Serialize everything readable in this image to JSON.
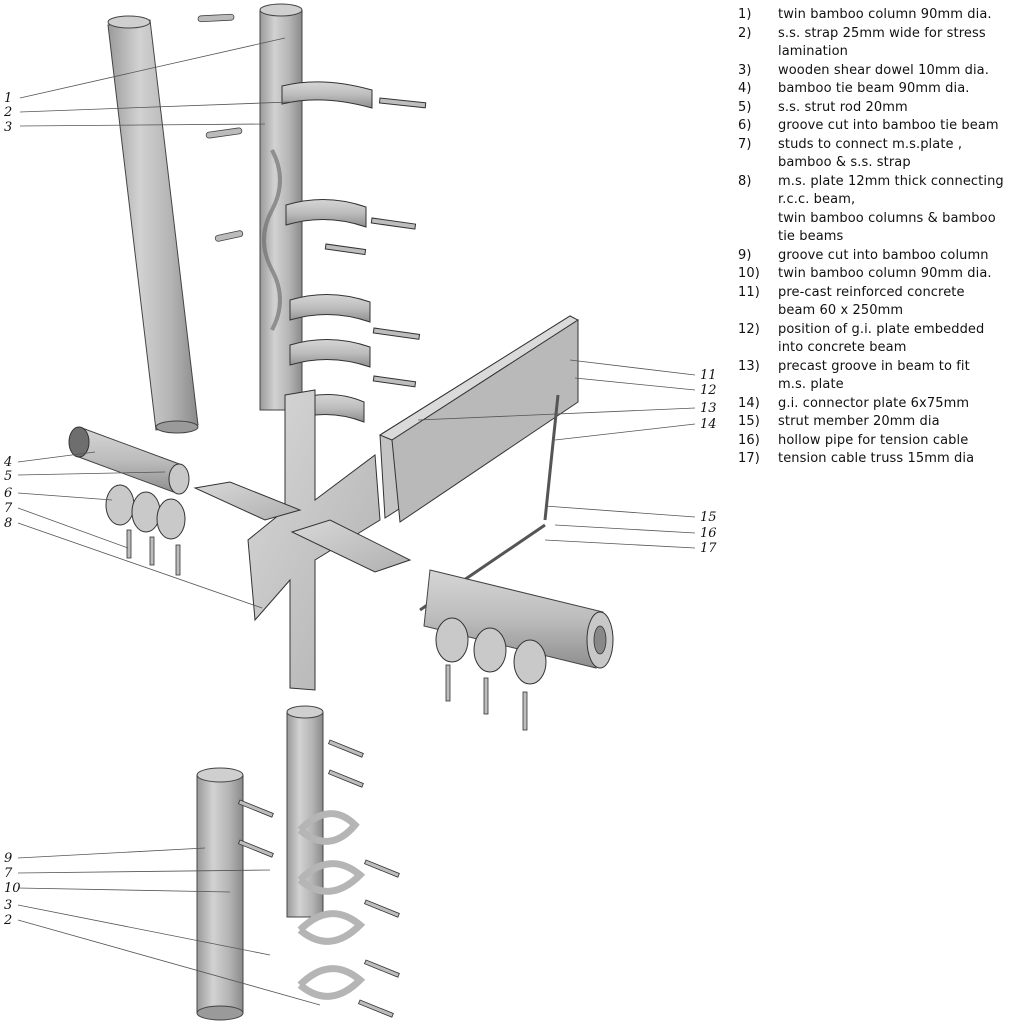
{
  "legend": [
    {
      "num": "1)",
      "lines": [
        "twin bamboo column 90mm dia."
      ]
    },
    {
      "num": "2)",
      "lines": [
        "s.s. strap 25mm wide for stress",
        "lamination"
      ]
    },
    {
      "num": "3)",
      "lines": [
        "wooden shear dowel 10mm dia."
      ]
    },
    {
      "num": "4)",
      "lines": [
        "bamboo tie beam 90mm dia."
      ]
    },
    {
      "num": "5)",
      "lines": [
        "s.s. strut rod 20mm"
      ]
    },
    {
      "num": "6)",
      "lines": [
        "groove cut into bamboo tie beam"
      ]
    },
    {
      "num": "7)",
      "lines": [
        "studs to connect m.s.plate ,",
        "bamboo & s.s. strap"
      ]
    },
    {
      "num": "8)",
      "lines": [
        "m.s. plate 12mm thick connecting",
        "r.c.c. beam,",
        "twin bamboo columns & bamboo",
        "tie beams"
      ]
    },
    {
      "num": "9)",
      "lines": [
        "groove cut into bamboo column"
      ]
    },
    {
      "num": "10)",
      "lines": [
        "twin bamboo column 90mm dia."
      ]
    },
    {
      "num": "11)",
      "lines": [
        "pre-cast reinforced concrete",
        "beam 60  x 250mm"
      ]
    },
    {
      "num": "12)",
      "lines": [
        "position of g.i. plate embedded",
        "into concrete beam"
      ]
    },
    {
      "num": "13)",
      "lines": [
        "precast groove in beam to fit",
        "m.s. plate"
      ]
    },
    {
      "num": "14)",
      "lines": [
        "g.i. connector plate 6x75mm"
      ]
    },
    {
      "num": "15)",
      "lines": [
        "strut member  20mm dia"
      ]
    },
    {
      "num": "16)",
      "lines": [
        "hollow pipe for tension cable"
      ]
    },
    {
      "num": "17)",
      "lines": [
        "tension cable truss 15mm dia"
      ]
    }
  ],
  "callouts": {
    "left_top": [
      "1",
      "2",
      "3"
    ],
    "left_mid": [
      "4",
      "5",
      "6",
      "7",
      "8"
    ],
    "right_mid": [
      "11",
      "12",
      "13",
      "14",
      "15",
      "16",
      "17"
    ],
    "left_bottom": [
      "9",
      "7",
      "10",
      "3",
      "2"
    ]
  },
  "colors": {
    "metal_fill": "#c9c9c9",
    "metal_dark": "#8c8c8c",
    "stroke": "#333333",
    "leader": "#555555"
  }
}
